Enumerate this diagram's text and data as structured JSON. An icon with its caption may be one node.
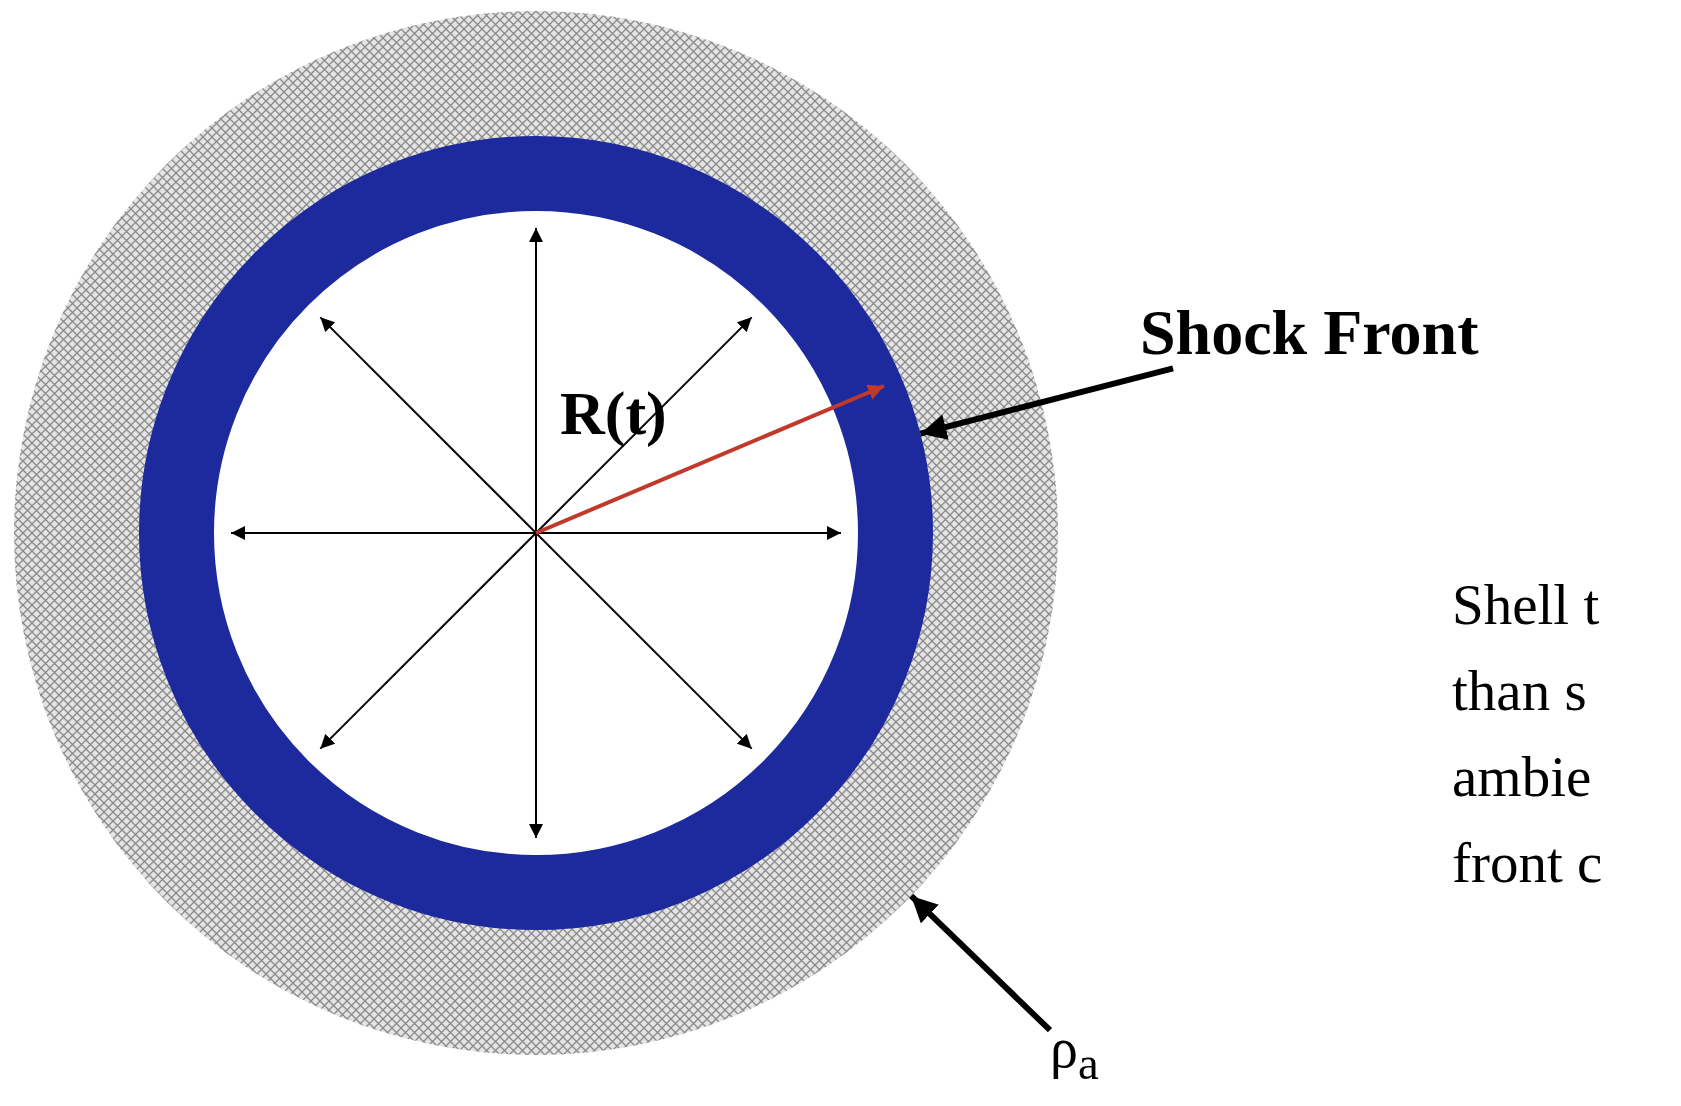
{
  "diagram": {
    "nodes": [
      {
        "text": [
          "Shock Front"
        ]
      },
      {
        "text": [],
        "shape": "circle",
        "in": 3
      },
      {
        "text": [
          "ρ$_{a}$"
        ]
      },
      {
        "text": [],
        "shape": "circle"
      }
    ],
    "edges": [
      {
        "from": 0,
        "to": 1,
        "arrow": "to"
      },
      {
        "from": 2,
        "to": 3,
        "arrow": "to"
      }
    ],
    "labels": [
      "R(t)",
      "Shell t than s ambie front c"
    ]
  }
}
